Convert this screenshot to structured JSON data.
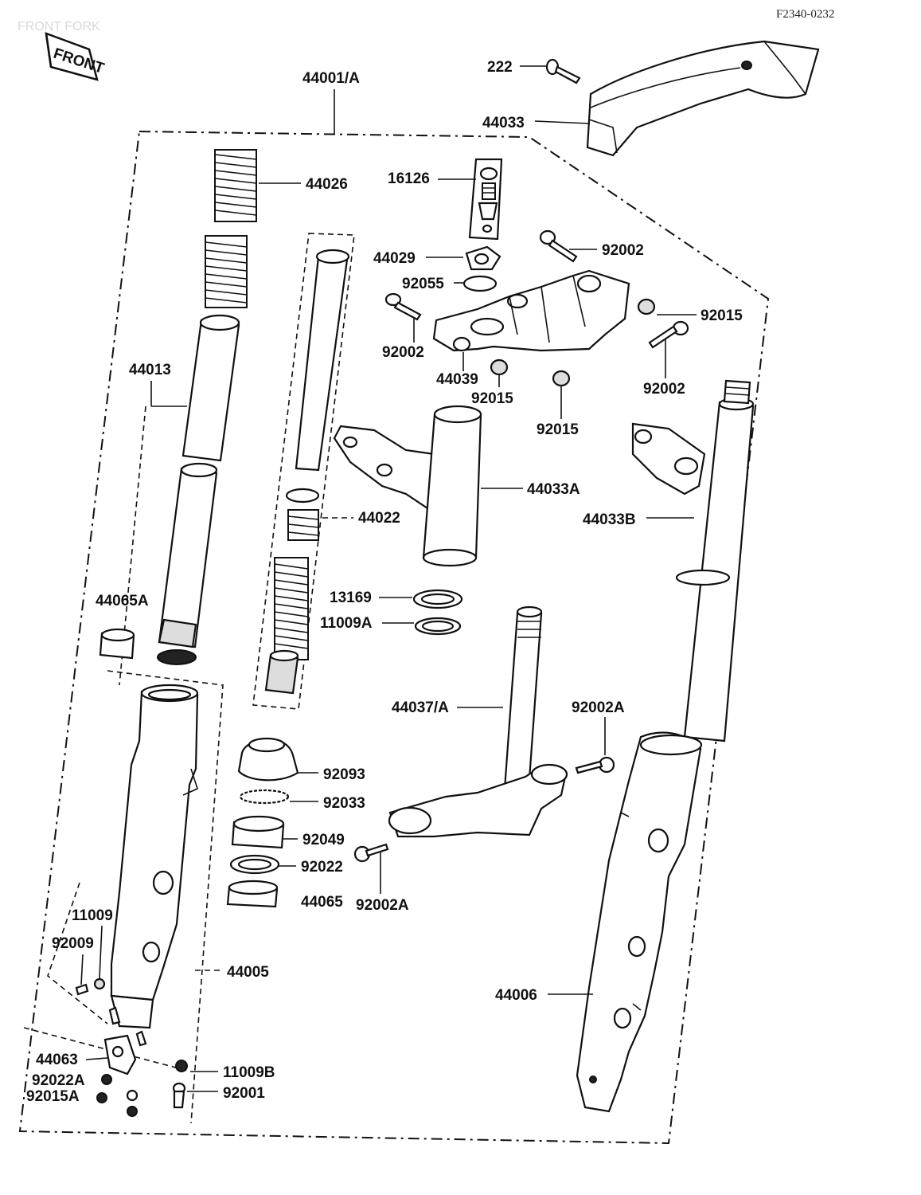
{
  "header": {
    "title": "FRONT FORK",
    "code": "F2340-0232",
    "front_badge": "FRONT"
  },
  "labels": {
    "l_44001A": "44001/A",
    "l_222": "222",
    "l_44033": "44033",
    "l_44026": "44026",
    "l_16126": "16126",
    "l_92002_a": "92002",
    "l_44029": "44029",
    "l_92055": "92055",
    "l_92015_a": "92015",
    "l_92002_b": "92002",
    "l_44039": "44039",
    "l_92015_b": "92015",
    "l_92002_c": "92002",
    "l_92015_c": "92015",
    "l_44013": "44013",
    "l_44033A": "44033A",
    "l_44022": "44022",
    "l_44033B": "44033B",
    "l_44065A": "44065A",
    "l_13169": "13169",
    "l_11009A": "11009A",
    "l_44037A": "44037/A",
    "l_92002A_a": "92002A",
    "l_92093": "92093",
    "l_92033": "92033",
    "l_92049": "92049",
    "l_92022": "92022",
    "l_44065": "44065",
    "l_92002A_b": "92002A",
    "l_11009": "11009",
    "l_92009": "92009",
    "l_44005": "44005",
    "l_44006": "44006",
    "l_44063": "44063",
    "l_11009B": "11009B",
    "l_92022A": "92022A",
    "l_92001": "92001",
    "l_92015A": "92015A"
  }
}
